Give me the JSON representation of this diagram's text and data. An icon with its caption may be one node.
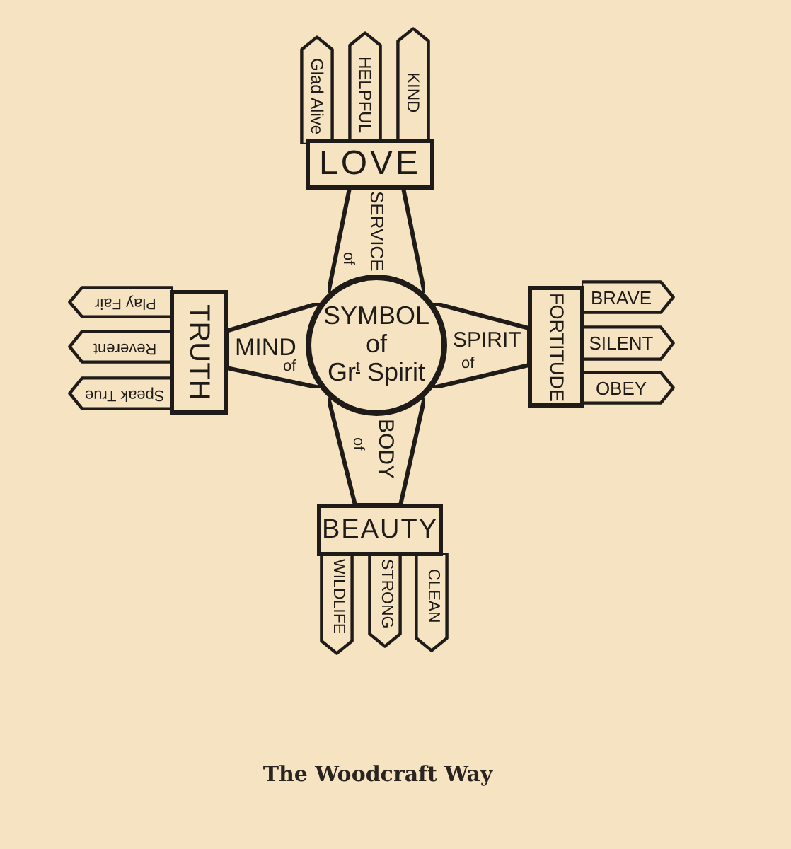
{
  "diagram": {
    "caption": "The Woodcraft Way",
    "nodes": [
      {
        "text": [
          "Glad Alive"
        ]
      },
      {
        "text": [
          "HELPFUL"
        ]
      },
      {
        "text": [
          "KIND"
        ]
      },
      {
        "text": [
          "LOVE"
        ]
      },
      {
        "text": [
          "SERVICE",
          "of"
        ]
      },
      {
        "text": [
          "Play Fair"
        ]
      },
      {
        "text": [
          "Reverent"
        ]
      },
      {
        "text": [
          "Speak True"
        ]
      },
      {
        "text": [
          "TRUTH"
        ]
      },
      {
        "text": [
          "MIND",
          "of"
        ]
      },
      {
        "text": [
          "SYMBOL of Gr$^{t}$ Spirit"
        ]
      },
      {
        "text": [
          "SPIRIT",
          "of"
        ]
      },
      {
        "text": [
          "FORTITUDE"
        ]
      },
      {
        "text": [
          "BRAVE"
        ]
      },
      {
        "text": [
          "SILENT"
        ]
      },
      {
        "text": [
          "OBEY"
        ]
      },
      {
        "text": [
          "BODY",
          "of"
        ]
      },
      {
        "text": [
          "BEAUTY"
        ]
      },
      {
        "text": [
          "WILDLIFE"
        ]
      },
      {
        "text": [
          "STRONG"
        ]
      },
      {
        "text": [
          "CLEAN"
        ]
      }
    ]
  }
}
